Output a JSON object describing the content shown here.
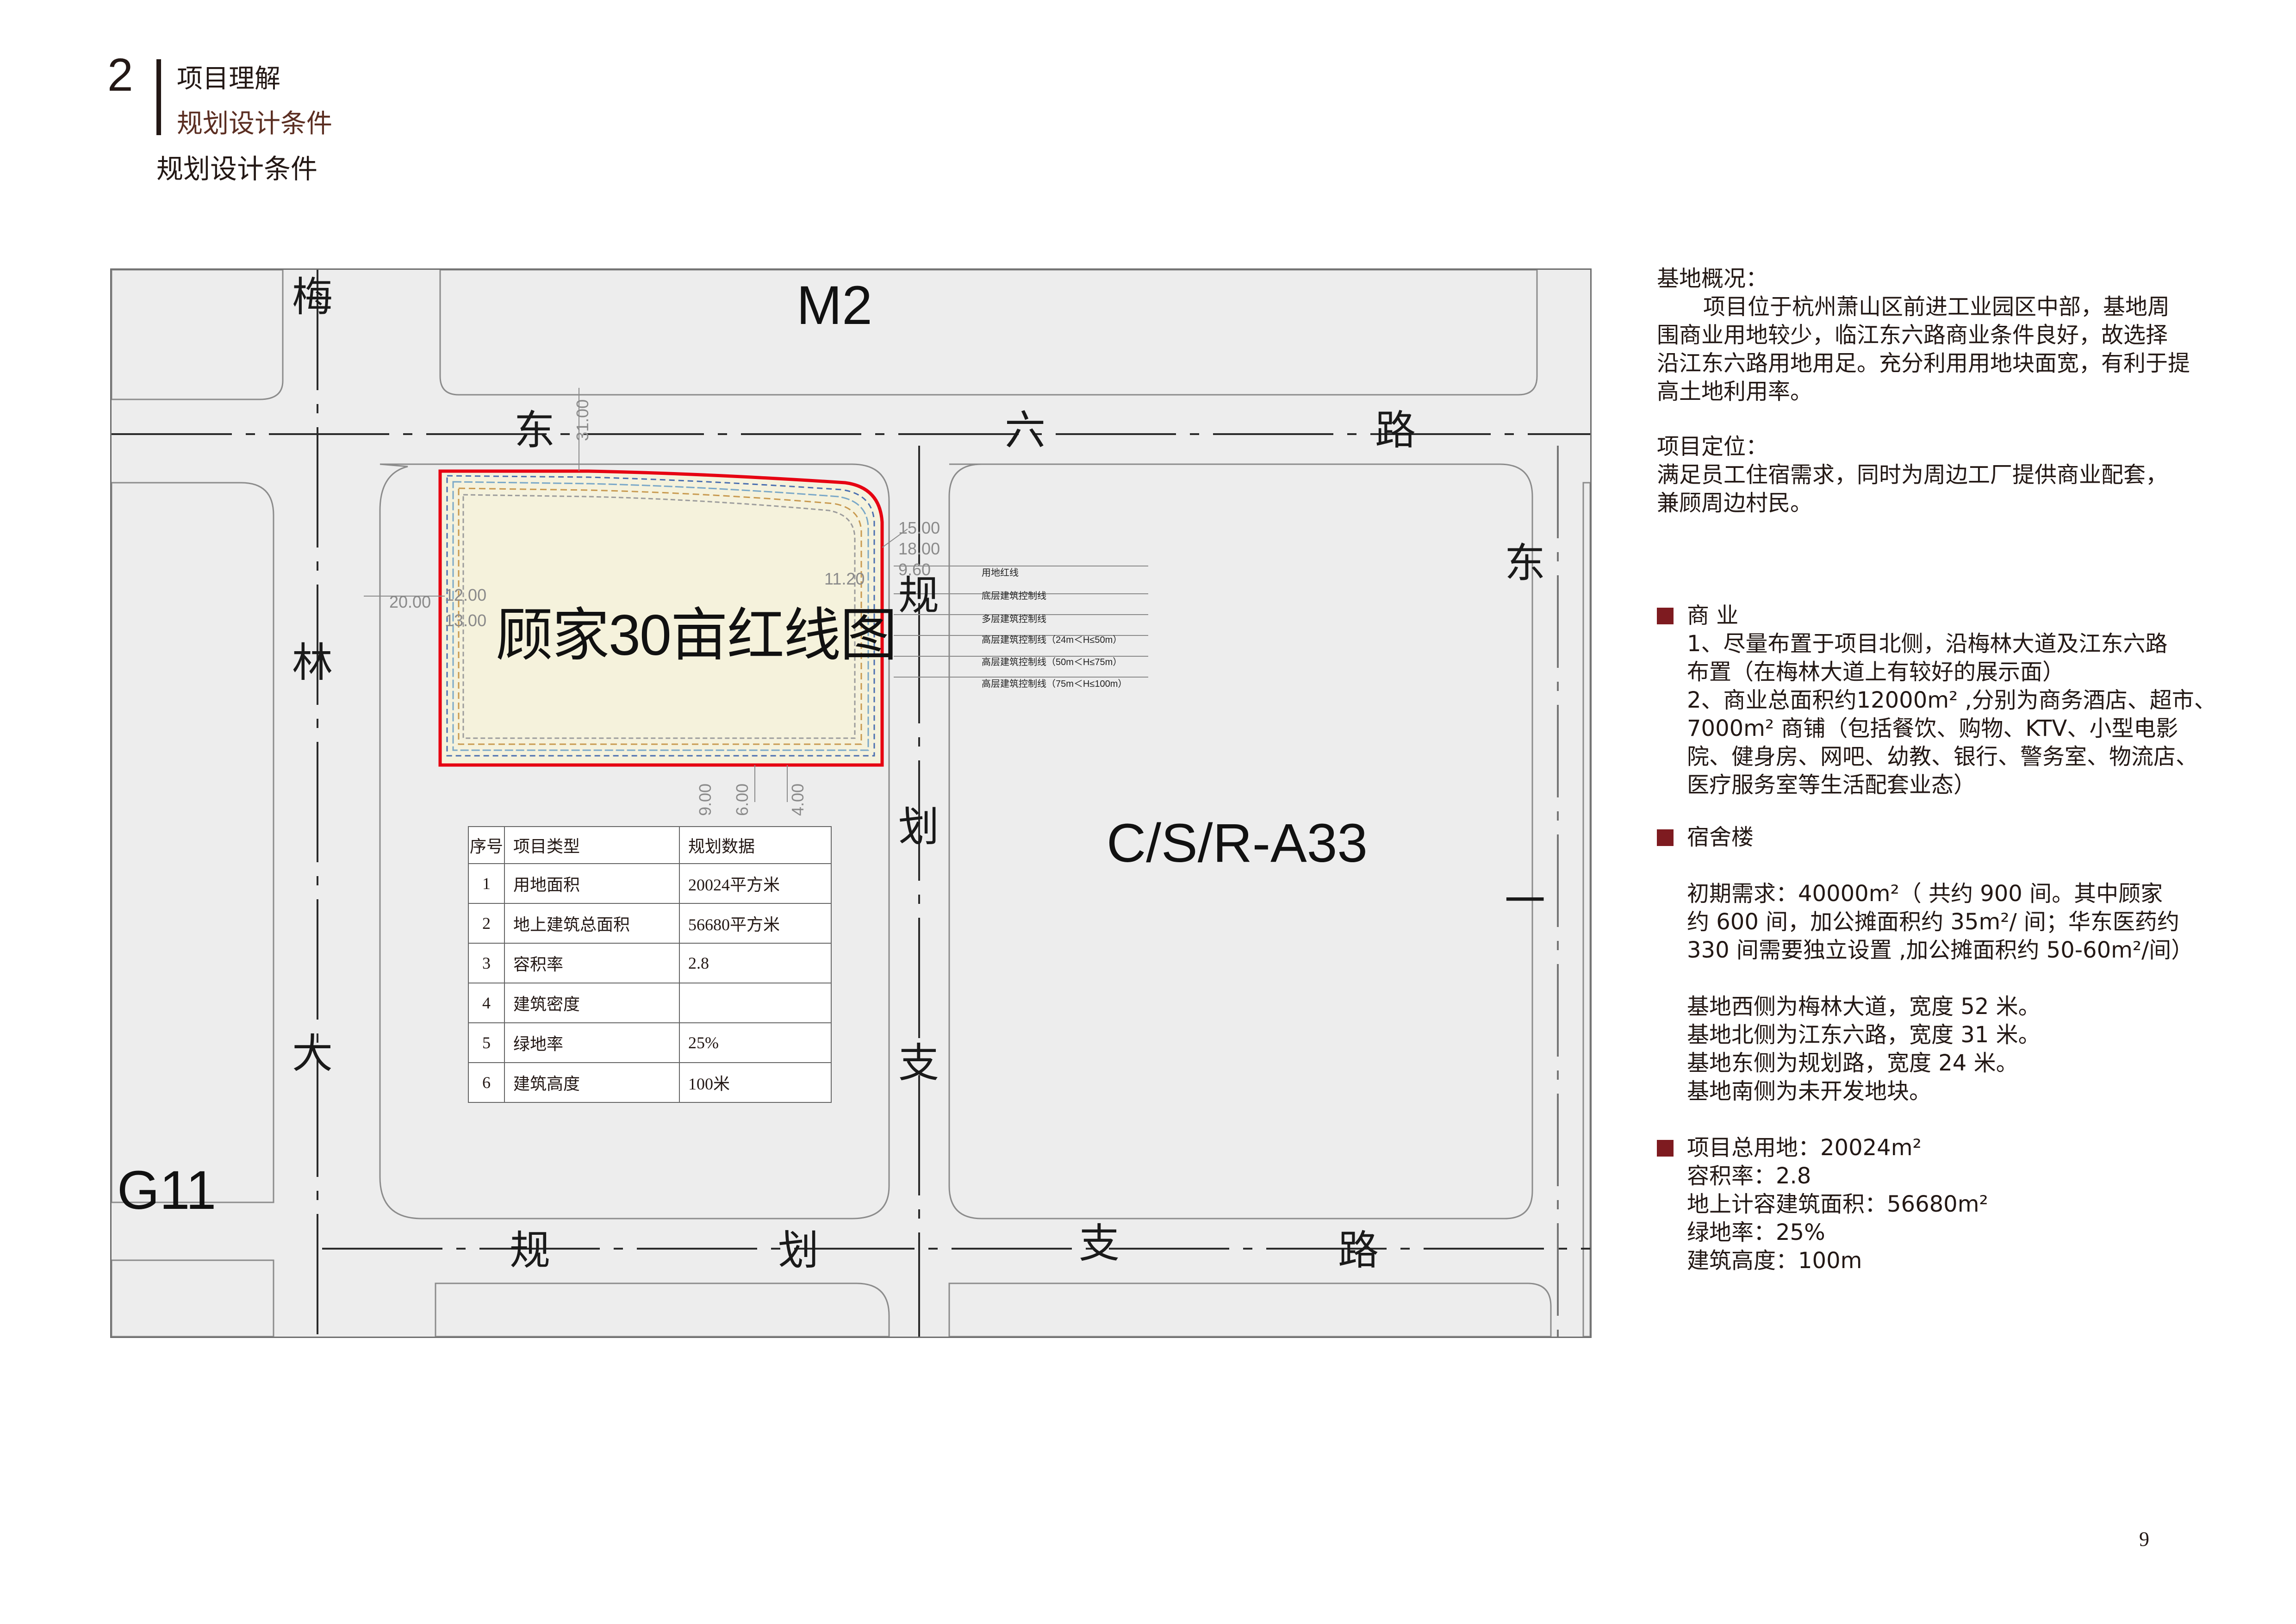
{
  "header": {
    "section_number": "2",
    "section_title": "项目理解",
    "section_subtitle": "规划设计条件",
    "page_heading": "规划设计条件"
  },
  "map": {
    "road_labels": {
      "meilin": [
        "梅",
        "林",
        "大"
      ],
      "jiangdong_top": [
        "东",
        "六",
        "路"
      ],
      "guihua_vertical": [
        "规",
        "划",
        "支"
      ],
      "guihua_bottom": [
        "规",
        "划",
        "支",
        "路"
      ],
      "dong_right": [
        "东",
        "一"
      ]
    },
    "zone_labels": {
      "north": "M2",
      "west": "G11",
      "east": "C/S/R-A33"
    },
    "plot_title": "顾家30亩红线图",
    "dimensions": {
      "top_setback": "31.00",
      "left_outer": "20.00",
      "left_a": "12.00",
      "left_b": "13.00",
      "right_a": "11.20",
      "right_b": "15.00",
      "right_c": "18.00",
      "right_d": "9.60",
      "bottom_a": "9.00",
      "bottom_b": "6.00",
      "bottom_c": "4.00"
    },
    "legend": [
      "用地红线",
      "底层建筑控制线",
      "多层建筑控制线",
      "高层建筑控制线（24m＜H≤50m）",
      "高层建筑控制线（50m＜H≤75m）",
      "高层建筑控制线（75m＜H≤100m）"
    ],
    "colors": {
      "red_line": "#e60012",
      "plot_fill": "#f5f2dc",
      "road_fill": "#ededed"
    }
  },
  "table": {
    "headers": [
      "序号",
      "项目类型",
      "规划数据"
    ],
    "rows": [
      {
        "no": "1",
        "type": "用地面积",
        "value": "20024平方米"
      },
      {
        "no": "2",
        "type": "地上建筑总面积",
        "value": "56680平方米"
      },
      {
        "no": "3",
        "type": "容积率",
        "value": "2.8"
      },
      {
        "no": "4",
        "type": "建筑密度",
        "value": ""
      },
      {
        "no": "5",
        "type": "绿地率",
        "value": "25%"
      },
      {
        "no": "6",
        "type": "建筑高度",
        "value": "100米"
      }
    ]
  },
  "right": {
    "overview_title": "基地概况：",
    "overview_lines": [
      "项目位于杭州萧山区前进工业园区中部，基地周",
      "围商业用地较少，临江东六路商业条件良好，故选择",
      "沿江东六路用地用足。充分利用用地块面宽，有利于提",
      "高土地利用率。"
    ],
    "position_title": "项目定位：",
    "position_lines": [
      "满足员工住宿需求，同时为周边工厂提供商业配套，",
      "兼顾周边村民。"
    ],
    "commercial_title": "商 业",
    "commercial_lines": [
      "1、尽量布置于项目北侧，沿梅林大道及江东六路",
      "布置（在梅林大道上有较好的展示面）",
      "2、商业总面积约12000m²  ,分别为商务酒店、超市、",
      "7000m² 商铺（包括餐饮、购物、KTV、小型电影",
      "院、健身房、网吧、幼教、银行、警务室、物流店、",
      "医疗服务室等生活配套业态）"
    ],
    "dorm_title": "宿舍楼",
    "dorm_lines": [
      "初期需求：40000m²（ 共约 900 间。其中顾家",
      "约 600 间，加公摊面积约 35m²/ 间；华东医药约",
      "330 间需要独立设置 ,加公摊面积约 50-60m²/间）"
    ],
    "site_lines": [
      "基地西侧为梅林大道，宽度 52 米。",
      "基地北侧为江东六路，宽度 31 米。",
      "基地东侧为规划路，宽度 24 米。",
      "基地南侧为未开发地块。"
    ],
    "summary_title": "项目总用地：20024m²",
    "summary_lines": [
      "容积率：2.8",
      "地上计容建筑面积：56680m²",
      "绿地率：25%",
      "建筑高度：100m"
    ]
  },
  "page_number": "9"
}
